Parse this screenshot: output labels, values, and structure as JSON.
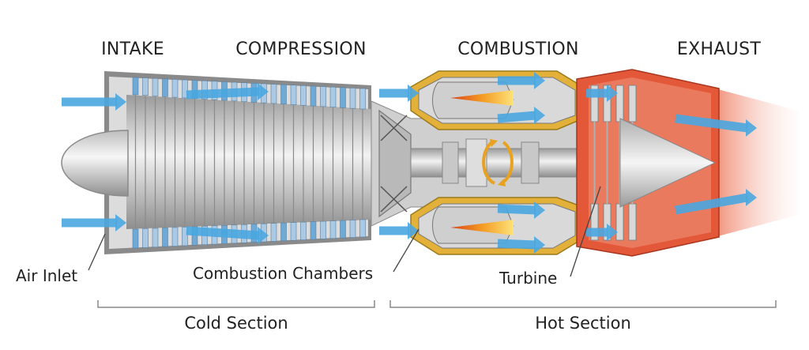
{
  "sections": {
    "intake": "INTAKE",
    "compression": "COMPRESSION",
    "combustion": "COMBUSTION",
    "exhaust": "EXHAUST"
  },
  "callouts": {
    "air_inlet": "Air Inlet",
    "combustion_chambers": "Combustion Chambers",
    "turbine": "Turbine"
  },
  "groups": {
    "cold": "Cold Section",
    "hot": "Hot Section"
  },
  "colors": {
    "casing": "#8c8c8c",
    "metal_light": "#ececec",
    "metal_dark": "#9a9a9a",
    "airflow": "#4aa7e0",
    "combustor_casing": "#e3b13a",
    "flame": "#f28a1c",
    "exhaust": "#e4583a",
    "exhaust_plume": "#f6b2a0"
  }
}
